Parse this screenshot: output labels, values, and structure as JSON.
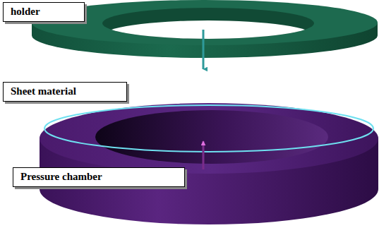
{
  "diagram": {
    "nodes": [
      {
        "text": [
          "holder"
        ]
      },
      {
        "text": [
          "Sheet material"
        ]
      },
      {
        "text": [
          "Pressure chamber"
        ]
      }
    ]
  }
}
